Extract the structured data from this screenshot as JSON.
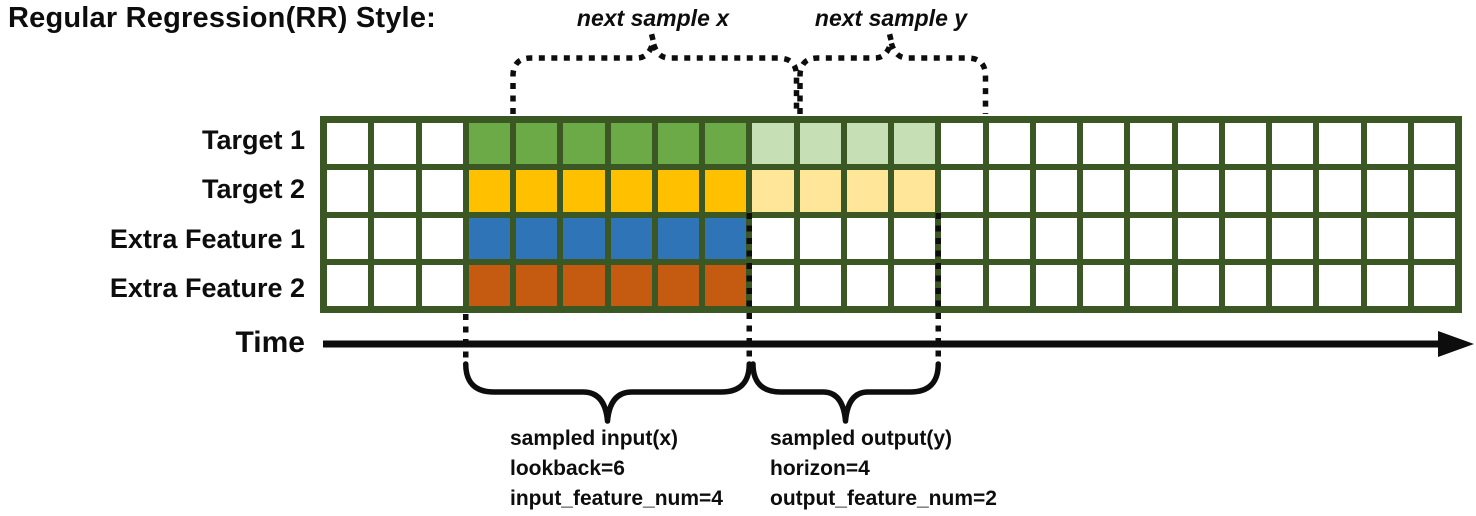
{
  "title": "Regular Regression(RR) Style:",
  "annotations": {
    "next_sample_x": "next sample x",
    "next_sample_y": "next sample y"
  },
  "time_axis": {
    "label": "Time"
  },
  "grid": {
    "columns": 24,
    "input_col_start": 4,
    "input_col_end": 9,
    "output_col_start": 10,
    "output_col_end": 13,
    "border_color": "#3b5723",
    "cell_color": "#ffffff",
    "rows": [
      {
        "label": "Target 1",
        "input_color": "#6caa47",
        "output_color": "#c6dfb5"
      },
      {
        "label": "Target 2",
        "input_color": "#ffc000",
        "output_color": "#ffe699"
      },
      {
        "label": "Extra Feature 1",
        "input_color": "#2e74b6",
        "output_color": null
      },
      {
        "label": "Extra Feature 2",
        "input_color": "#c55a11",
        "output_color": null
      }
    ]
  },
  "sample_info": {
    "input": {
      "lines": [
        "sampled input(x)",
        "lookback=6",
        "input_feature_num=4"
      ]
    },
    "output": {
      "lines": [
        "sampled output(y)",
        "horizon=4",
        "output_feature_num=2"
      ]
    }
  }
}
